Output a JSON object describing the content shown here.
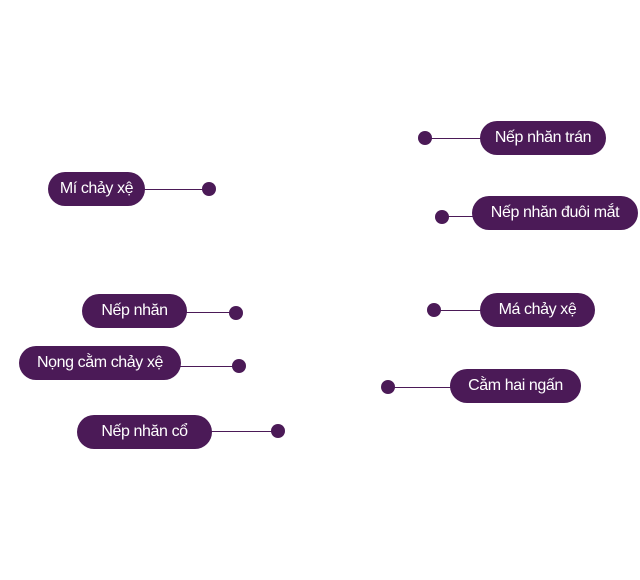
{
  "accent_color": "#4b1a57",
  "labels": {
    "forehead_wrinkles": "Nếp nhăn trán",
    "sagging_eyelids": "Mí chảy xệ",
    "crows_feet": "Nếp nhăn đuôi mắt",
    "wrinkles": "Nếp nhăn",
    "sagging_cheeks": "Má chảy xệ",
    "sagging_double_chin": "Nọng cằm chảy xệ",
    "double_chin": "Cằm hai ngấn",
    "neck_wrinkles": "Nếp nhăn cổ"
  }
}
